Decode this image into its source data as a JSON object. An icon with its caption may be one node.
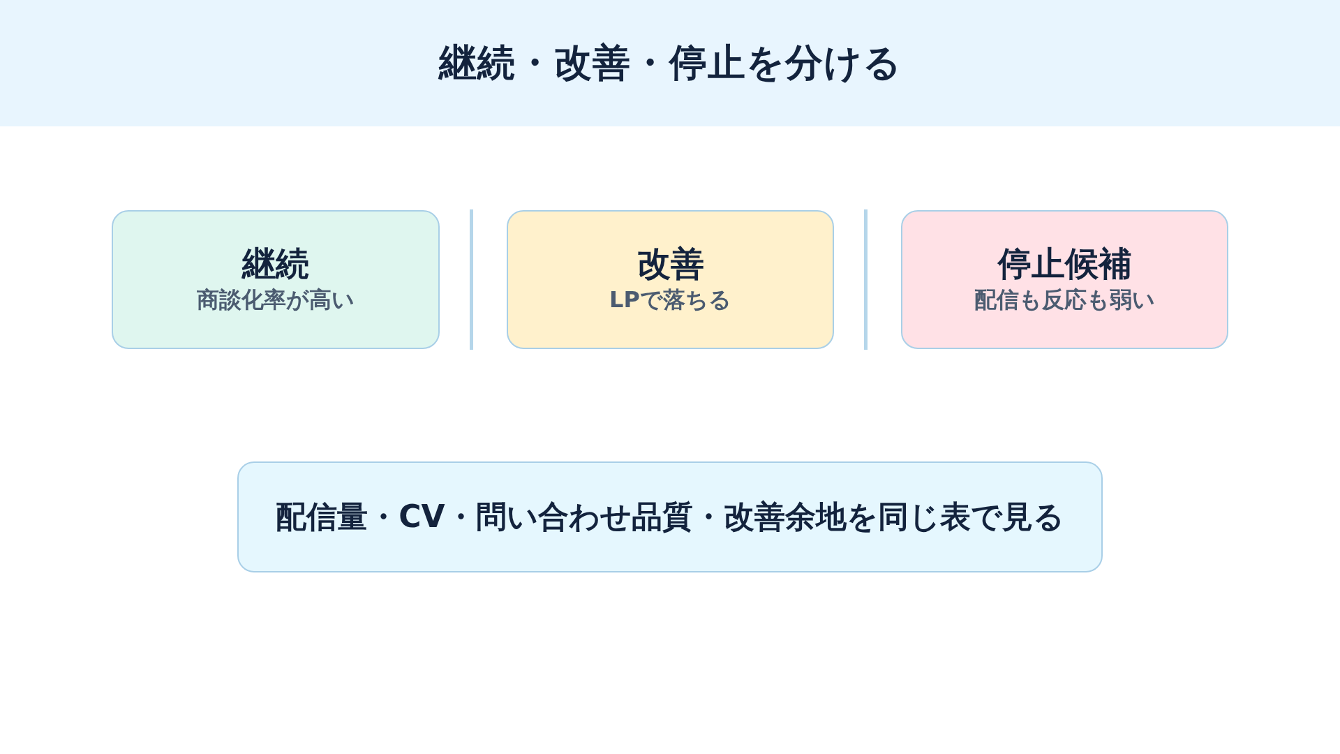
{
  "diagram": {
    "title": "継続・改善・停止を分ける",
    "nodes": [
      {
        "text": [
          "継続",
          "商談化率が高い"
        ]
      },
      {
        "text": [
          "改善",
          "LPで落ちる"
        ]
      },
      {
        "text": [
          "停止候補",
          "配信も反応も弱い"
        ]
      },
      {
        "text": [
          "配信量・CV・問い合わせ品質・改善余地を同じ表で見る"
        ]
      }
    ]
  }
}
